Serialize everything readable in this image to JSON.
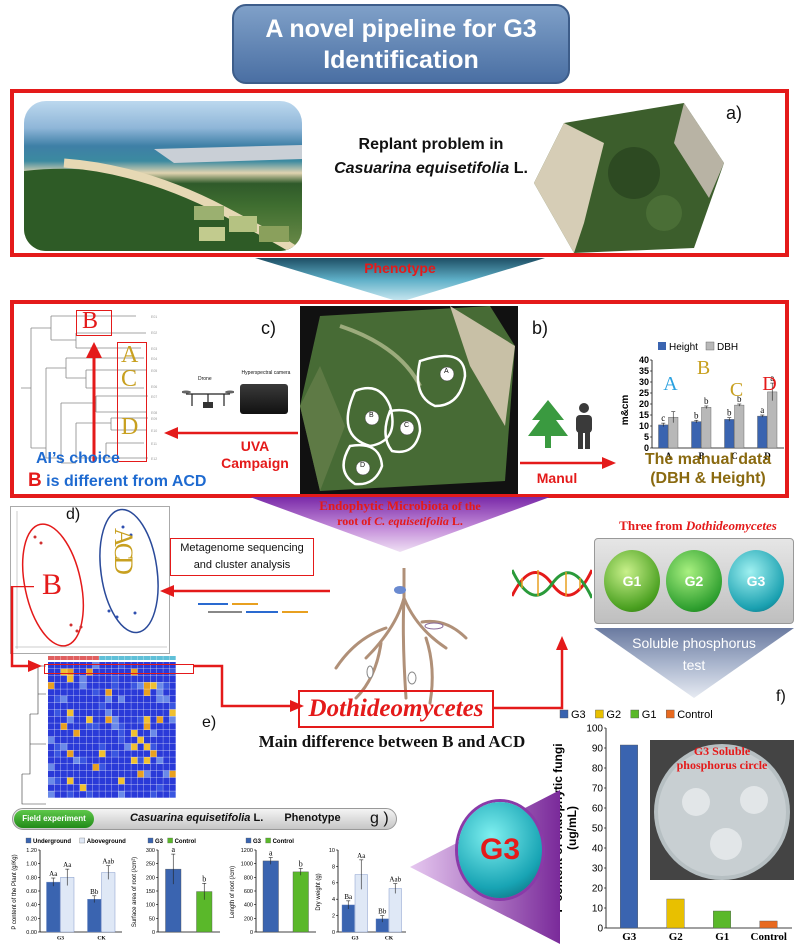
{
  "title": "A novel pipeline for G3 Identification",
  "panel_a": {
    "label": "a)",
    "text_line1": "Replant problem in",
    "text_species": "Casuarina equisetifolia",
    "text_suffix": " L."
  },
  "arrow1_label": "Phenotype",
  "panel_c": {
    "label": "c)",
    "tree_letters": [
      "B",
      "A",
      "C",
      "D"
    ],
    "drone_label": "Drone",
    "camera_label": "Hyperspectral camera",
    "uva_line1": "UVA",
    "uva_line2": "Campaign",
    "ai_choice": "AI’s choice",
    "b_letter": "B",
    "b_diff": " is different from ACD"
  },
  "panel_map": {
    "plots": [
      "A",
      "B",
      "C",
      "D"
    ]
  },
  "panel_b": {
    "label": "b)",
    "manul": "Manul",
    "manual_data_line1": "The manual data",
    "manual_data_line2": "(DBH & Height)",
    "big_letters": [
      "A",
      "B",
      "C",
      "D"
    ],
    "letter_colors": [
      "#2aa1e0",
      "#c8a020",
      "#c8a020",
      "#e41a1a"
    ]
  },
  "endophytic": {
    "line1_bold": "Endophytic Microbiota",
    "line1_rest": " of the",
    "line2_pre": "root of ",
    "line2_species": "C. equisetifolia",
    "line2_post": " L."
  },
  "panel_d": {
    "label": "d)",
    "group_b": "B",
    "group_acd": "ACD",
    "meta_line1": "Metagenome sequencing",
    "meta_line2": "and cluster analysis"
  },
  "panel_e": {
    "label": "e)"
  },
  "dothideomycetes": "Dothideomycetes",
  "main_difference": "Main difference between B and ACD",
  "three_from_pre": "Three from ",
  "three_from_class": "Dothideomycetes",
  "fungi": [
    "G1",
    "G2",
    "G3"
  ],
  "soluble_line1": "Soluble phosphorus",
  "soluble_line2": "test",
  "panel_f": {
    "label": "f)",
    "photo_caption_line1": "G3 Soluble",
    "photo_caption_line2": "phosphorus circle"
  },
  "g3_big": "G3",
  "panel_g": {
    "label": "g )",
    "field_experiment": "Field experiment",
    "species": "Casuarina equisetifolia",
    "species_suffix": " L.",
    "phenotype": "Phenotype"
  },
  "colors": {
    "accent_red": "#e41a1a",
    "bar_blue": "#3a64b0",
    "bar_gray": "#b8b8b8",
    "g3_teal": "#1aa0b0",
    "g_green": "#5ab82a"
  },
  "chart_data": [
    {
      "type": "bar",
      "id": "height_dbh",
      "categories": [
        "A",
        "B",
        "C",
        "D"
      ],
      "series": [
        {
          "name": "Height",
          "values": [
            10.5,
            12,
            13,
            14.5
          ],
          "errors": [
            0.8,
            0.6,
            0.8,
            0.5
          ],
          "letters": [
            "c",
            "b",
            "b",
            "a"
          ]
        },
        {
          "name": "DBH",
          "values": [
            14,
            18.5,
            19.5,
            25.5
          ],
          "errors": [
            2.5,
            0.6,
            0.5,
            4
          ],
          "letters": [
            "",
            "b",
            "b",
            "a"
          ]
        }
      ],
      "ylabel": "m&cm",
      "ylim": [
        0,
        40
      ],
      "yticks": [
        0,
        5,
        10,
        15,
        20,
        25,
        30,
        35,
        40
      ]
    },
    {
      "type": "bar",
      "id": "p_content_fungi",
      "categories": [
        "G3",
        "G2",
        "G1",
        "Control"
      ],
      "values": [
        91.5,
        14.5,
        8.5,
        3.5
      ],
      "colors": [
        "#3a64b0",
        "#e8c000",
        "#5ab82a",
        "#e86a20"
      ],
      "legend": [
        "G3",
        "G2",
        "G1",
        "Control"
      ],
      "ylabel_line1": "P content of endophytic fungi",
      "ylabel_line2": "(ug/mL)",
      "ylim": [
        0,
        100
      ],
      "yticks": [
        0,
        10,
        20,
        30,
        40,
        50,
        60,
        70,
        80,
        90,
        100
      ]
    },
    {
      "type": "bar",
      "id": "p_content_plant",
      "categories": [
        "G3",
        "CK"
      ],
      "series": [
        {
          "name": "Underground",
          "values": [
            0.73,
            0.48
          ],
          "errors": [
            0.06,
            0.05
          ],
          "letters": [
            "Aa",
            "Bb"
          ]
        },
        {
          "name": "Aboveground",
          "values": [
            0.8,
            0.87
          ],
          "errors": [
            0.12,
            0.1
          ],
          "letters": [
            "Aa",
            "Aab"
          ]
        }
      ],
      "ylabel": "P content of the Plant (g/Kg)",
      "ylim": [
        0,
        1.2
      ],
      "yticks": [
        "0.00",
        "0.20",
        "0.40",
        "0.60",
        "0.80",
        "1.00",
        "1.20"
      ]
    },
    {
      "type": "bar",
      "id": "surface_area",
      "categories": [
        "G3",
        "Control"
      ],
      "values": [
        230,
        148
      ],
      "errors": [
        55,
        30
      ],
      "letters": [
        "a",
        "b"
      ],
      "legend": [
        "G3",
        "Control"
      ],
      "ylabel": "Surface area of root (/cm²)",
      "ylim": [
        0,
        300
      ],
      "yticks": [
        0,
        50,
        100,
        150,
        200,
        250,
        300
      ]
    },
    {
      "type": "bar",
      "id": "root_length",
      "categories": [
        "G3",
        "Control"
      ],
      "values": [
        1040,
        880
      ],
      "errors": [
        50,
        50
      ],
      "letters": [
        "a",
        "b"
      ],
      "legend": [
        "G3",
        "Control"
      ],
      "ylabel": "Length of root (/cm)",
      "ylim": [
        0,
        1200
      ],
      "yticks": [
        0,
        200,
        400,
        600,
        800,
        1000,
        1200
      ]
    },
    {
      "type": "bar",
      "id": "dry_weight",
      "categories": [
        "G3",
        "CK"
      ],
      "series": [
        {
          "name": "Underground",
          "values": [
            3.3,
            1.6
          ],
          "errors": [
            0.5,
            0.4
          ],
          "letters": [
            "Ba",
            "Bb"
          ]
        },
        {
          "name": "Aboveground",
          "values": [
            7,
            5.3
          ],
          "errors": [
            1.8,
            0.6
          ],
          "letters": [
            "Aa",
            "Aab"
          ]
        }
      ],
      "ylabel": "Dry weight (g)",
      "ylim": [
        0,
        10
      ],
      "yticks": [
        0,
        2,
        4,
        6,
        8,
        10
      ]
    }
  ]
}
